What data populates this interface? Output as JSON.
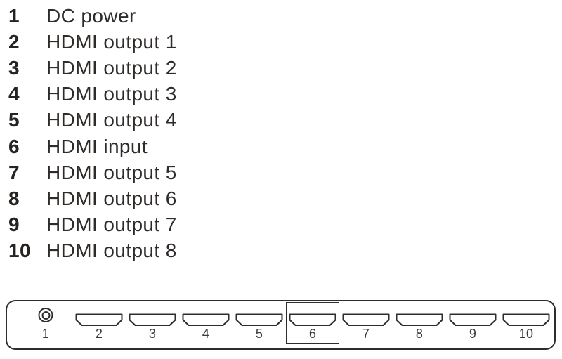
{
  "diagram": {
    "colors": {
      "line": "#2e2d2c",
      "legend_text": "#2e2b29",
      "port_number_text": "#3d3a38",
      "background": "#ffffff"
    },
    "legend": {
      "items": [
        {
          "num": "1",
          "label": "DC power"
        },
        {
          "num": "2",
          "label": "HDMI output 1"
        },
        {
          "num": "3",
          "label": "HDMI output 2"
        },
        {
          "num": "4",
          "label": "HDMI output 3"
        },
        {
          "num": "5",
          "label": "HDMI output 4"
        },
        {
          "num": "6",
          "label": "HDMI input"
        },
        {
          "num": "7",
          "label": "HDMI output 5"
        },
        {
          "num": "8",
          "label": "HDMI output 6"
        },
        {
          "num": "9",
          "label": "HDMI output 7"
        },
        {
          "num": "10",
          "label": "HDMI output 8"
        }
      ]
    },
    "panel": {
      "ports": [
        {
          "num": "1",
          "type": "dc-power-jack",
          "highlighted": false
        },
        {
          "num": "2",
          "type": "hdmi",
          "highlighted": false
        },
        {
          "num": "3",
          "type": "hdmi",
          "highlighted": false
        },
        {
          "num": "4",
          "type": "hdmi",
          "highlighted": false
        },
        {
          "num": "5",
          "type": "hdmi",
          "highlighted": false
        },
        {
          "num": "6",
          "type": "hdmi",
          "highlighted": true
        },
        {
          "num": "7",
          "type": "hdmi",
          "highlighted": false
        },
        {
          "num": "8",
          "type": "hdmi",
          "highlighted": false
        },
        {
          "num": "9",
          "type": "hdmi",
          "highlighted": false
        },
        {
          "num": "10",
          "type": "hdmi",
          "highlighted": false
        }
      ]
    }
  }
}
